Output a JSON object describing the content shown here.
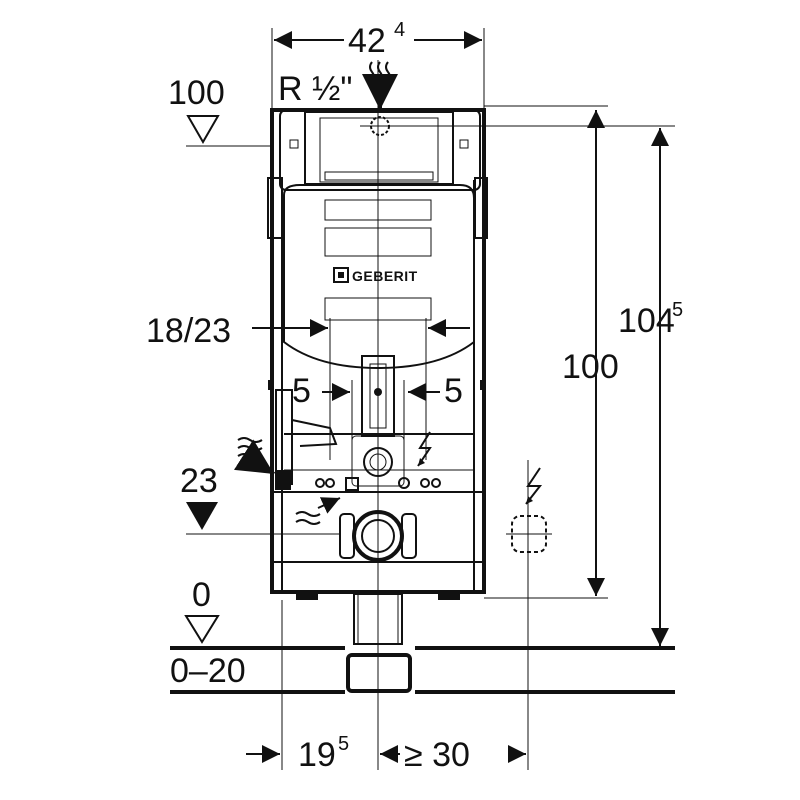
{
  "diagram": {
    "brand": "GEBERIT",
    "labels": {
      "width_main": "42",
      "width_sup": "4",
      "supply": "R ½\"",
      "top_level": "100",
      "height_total_main": "104",
      "height_total_sup": "5",
      "height_frame": "100",
      "spacing": "18/23",
      "offset_left": "5",
      "offset_right": "5",
      "level_23": "23",
      "level_0": "0",
      "floor_range": "0–20",
      "bottom_left_main": "19",
      "bottom_left_sup": "5",
      "bottom_right": "≥ 30"
    },
    "colors": {
      "line": "#111111",
      "background": "#ffffff"
    }
  }
}
